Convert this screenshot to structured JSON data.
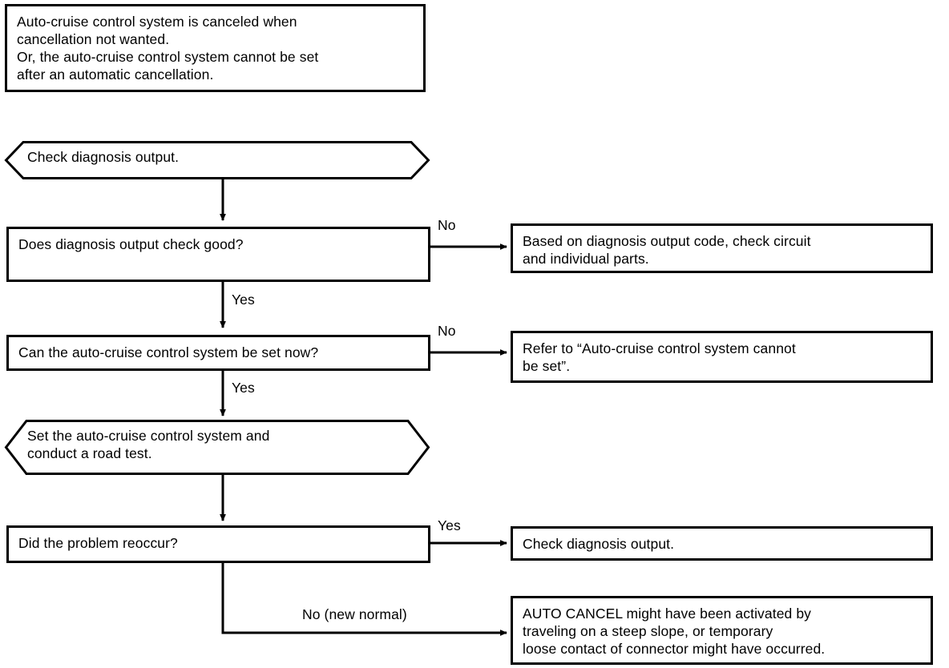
{
  "diagram": {
    "title_box": {
      "text": "Auto-cruise control system is canceled when\ncancellation not wanted.\nOr, the auto-cruise control system cannot be set\nafter an automatic cancellation."
    },
    "nodes": [
      {
        "id": "check-diagnosis-output-start",
        "shape": "hexagon",
        "text": "Check diagnosis output."
      },
      {
        "id": "does-diagnosis-output-check-good",
        "shape": "rectangle",
        "text": "Does diagnosis output check good?"
      },
      {
        "id": "based-on-diagnosis-output-code",
        "shape": "rectangle",
        "text": "Based on diagnosis output code, check circuit\nand individual parts."
      },
      {
        "id": "can-the-auto-cruise-control-system-be-set-now",
        "shape": "rectangle",
        "text": "Can the auto-cruise control system be set now?"
      },
      {
        "id": "refer-to-auto-cruise-cannot-be-set",
        "shape": "rectangle",
        "text": "Refer to “Auto-cruise control system cannot\nbe set”."
      },
      {
        "id": "set-system-and-conduct-road-test",
        "shape": "hexagon",
        "text": "Set the auto-cruise control system and\nconduct a road test."
      },
      {
        "id": "did-the-problem-reoccur",
        "shape": "rectangle",
        "text": "Did the problem reoccur?"
      },
      {
        "id": "check-diagnosis-output-again",
        "shape": "rectangle",
        "text": "Check diagnosis output."
      },
      {
        "id": "auto-cancel-might-have-been-activated",
        "shape": "rectangle",
        "text": "AUTO CANCEL might have been activated by\ntraveling on a steep slope, or temporary\nloose contact of connector might have occurred."
      }
    ],
    "edge_labels": {
      "no_1": "No",
      "yes_1": "Yes",
      "no_2": "No",
      "yes_2": "Yes",
      "yes_3": "Yes",
      "no_new_normal": "No (new normal)"
    },
    "style": {
      "line_color": "#000000",
      "fill_color": "#ffffff",
      "stroke_width": 3
    }
  }
}
